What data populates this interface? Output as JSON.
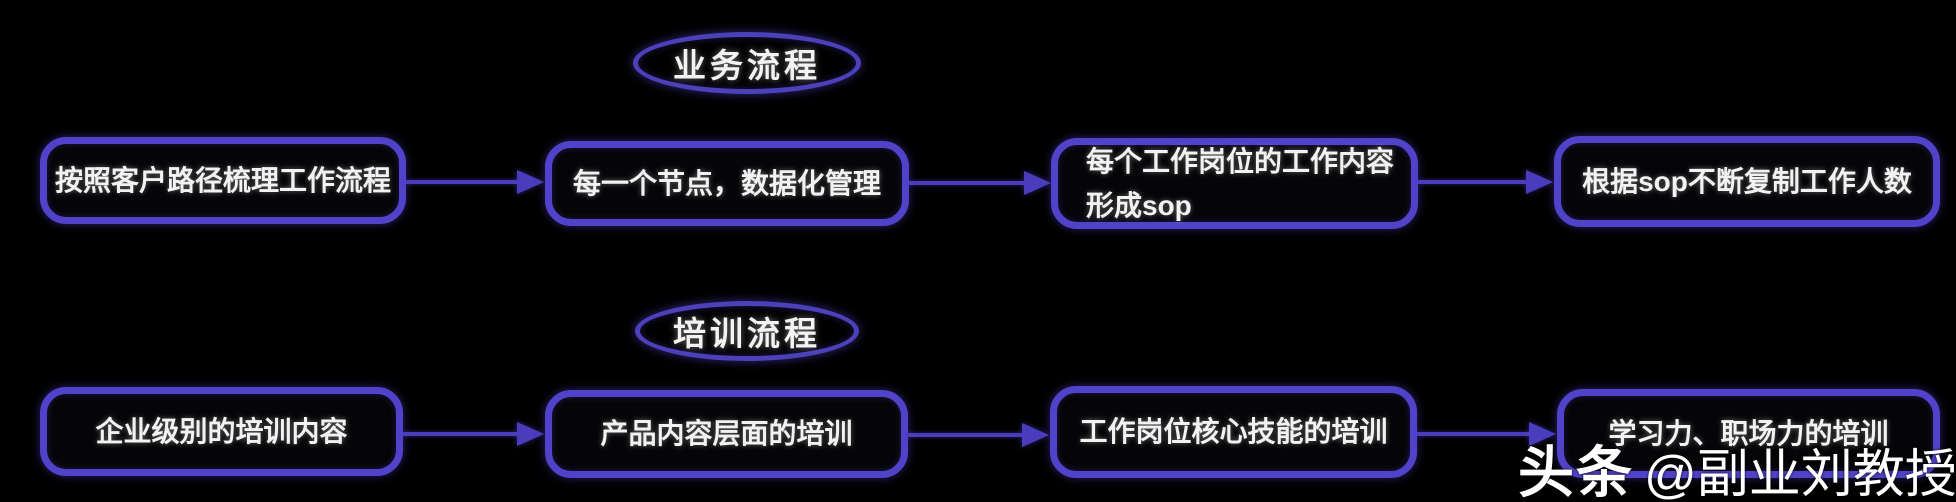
{
  "diagram": {
    "background_color": "#000000",
    "node_border_color": "#5143c9",
    "ellipse_border_color": "#4c40bb",
    "arrow_color": "#4a3dbd",
    "text_color": "#f2f2f2",
    "flows": [
      {
        "title": "业务流程",
        "nodes": [
          {
            "label": "按照客户路径梳理工作流程"
          },
          {
            "label": "每一个节点，数据化管理"
          },
          {
            "label": "每个工作岗位的工作内容\n形成sop"
          },
          {
            "label": "根据sop不断复制工作人数"
          }
        ]
      },
      {
        "title": "培训流程",
        "nodes": [
          {
            "label": "企业级别的培训内容"
          },
          {
            "label": "产品内容层面的培训"
          },
          {
            "label": "工作岗位核心技能的培训"
          },
          {
            "label": "学习力、职场力的培训"
          }
        ]
      }
    ]
  },
  "watermark": {
    "brand": "头条",
    "handle": "@副业刘教授"
  }
}
